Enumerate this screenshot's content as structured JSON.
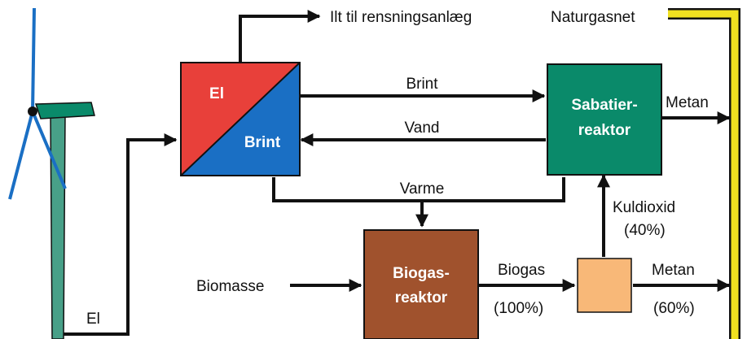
{
  "colors": {
    "red": "#e8403a",
    "blue": "#1a6fc4",
    "teal": "#0a8a6a",
    "brown": "#a0522d",
    "peach": "#f8b878",
    "yellow": "#f0e020",
    "turbine_blue": "#1a6fc4",
    "tower": "#48a088"
  },
  "electrolyzer": {
    "top_label": "El",
    "bottom_label": "Brint"
  },
  "sabatier": {
    "line1": "Sabatier-",
    "line2": "reaktor"
  },
  "biogas_reactor": {
    "line1": "Biogas-",
    "line2": "reaktor"
  },
  "labels": {
    "oxygen": "Ilt til rensningsanlæg",
    "gas_grid": "Naturgasnet",
    "hydrogen": "Brint",
    "water": "Vand",
    "heat": "Varme",
    "methane_top": "Metan",
    "co2": "Kuldioxid",
    "co2_pct": "(40%)",
    "biomass": "Biomasse",
    "biogas": "Biogas",
    "biogas_pct": "(100%)",
    "methane_bottom": "Metan",
    "methane_pct": "(60%)",
    "electricity": "El"
  }
}
